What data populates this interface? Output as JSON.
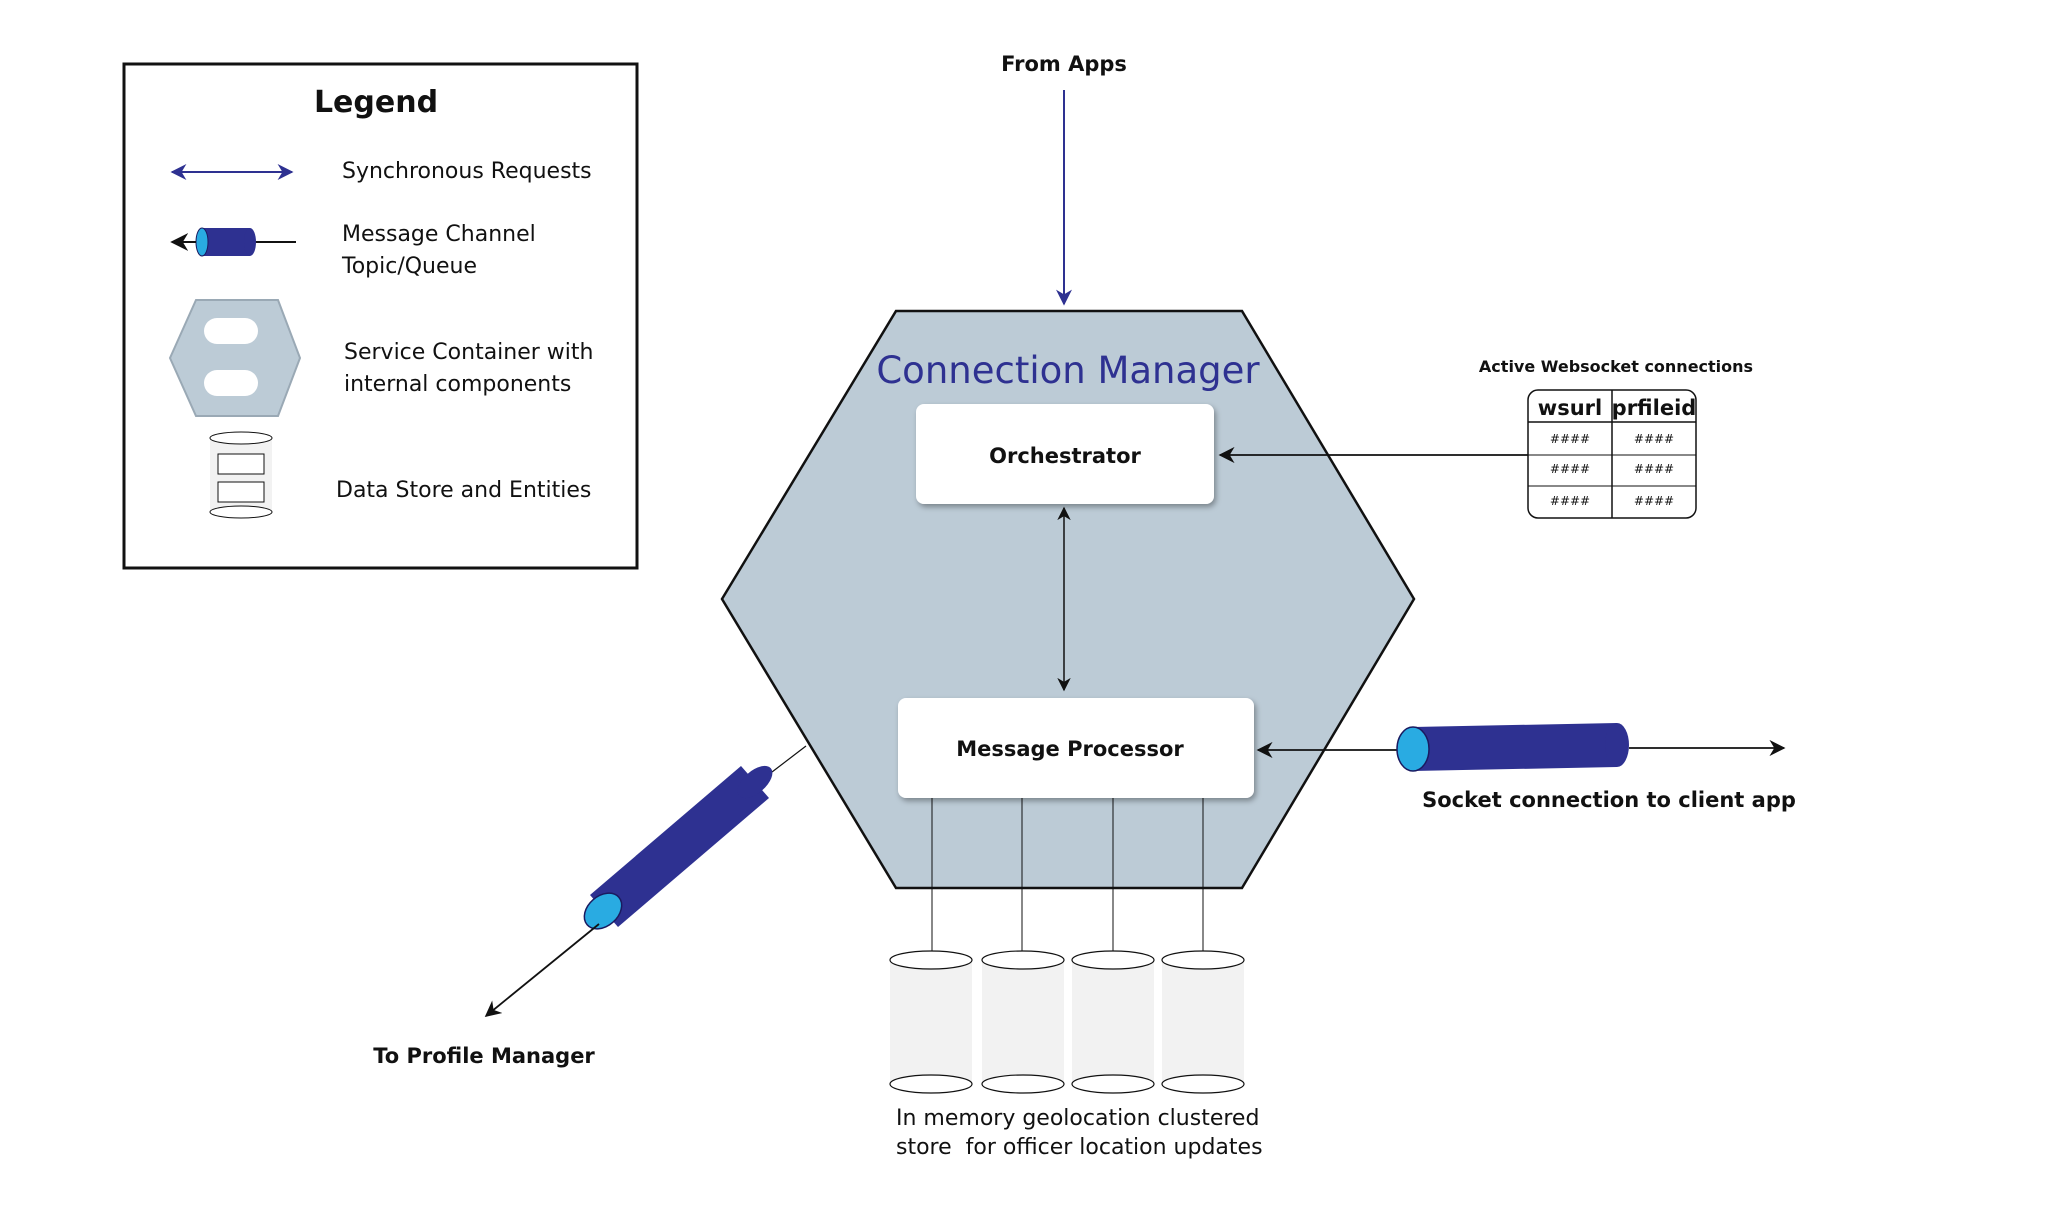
{
  "legend": {
    "title": "Legend",
    "sync_label": "Synchronous Requests",
    "channel_label_1": "Message Channel",
    "channel_label_2": "Topic/Queue",
    "container_label_1": "Service Container with",
    "container_label_2": "internal components",
    "datastore_label": "Data Store and Entities"
  },
  "from_apps": "From Apps",
  "service": {
    "title": "Connection Manager",
    "orchestrator": "Orchestrator",
    "message_processor": "Message Processor"
  },
  "websocket_table": {
    "caption": "Active Websocket connections",
    "headers": [
      "wsurl",
      "prfileid"
    ],
    "rows": [
      [
        "####",
        "####"
      ],
      [
        "####",
        "####"
      ],
      [
        "####",
        "####"
      ]
    ]
  },
  "socket_label": "Socket connection to client app",
  "profile_label": "To Profile Manager",
  "store_caption_1": "In memory geolocation clustered",
  "store_caption_2": "store  for officer location updates",
  "colors": {
    "accent_blue": "#2e3191",
    "channel_cap": "#29abe2",
    "hexagon_fill": "#bccbd6",
    "store_fill": "#f2f2f2"
  }
}
